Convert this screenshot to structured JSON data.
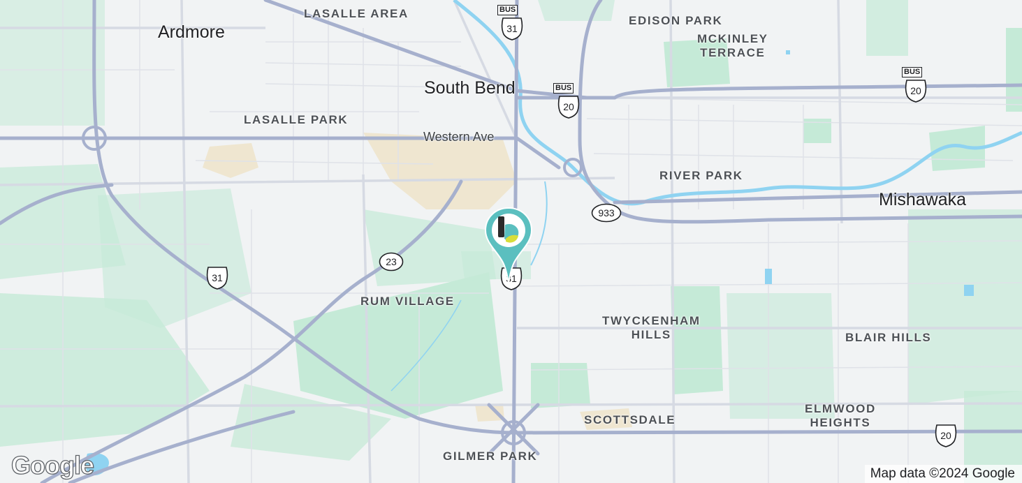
{
  "map": {
    "cities": [
      {
        "id": "ardmore",
        "label": "Ardmore"
      },
      {
        "id": "south-bend",
        "label": "South Bend"
      },
      {
        "id": "mishawaka",
        "label": "Mishawaka"
      }
    ],
    "neighborhoods": [
      {
        "id": "lasalle-area",
        "label": "LASALLE AREA"
      },
      {
        "id": "edison-park",
        "label": "EDISON PARK"
      },
      {
        "id": "mckinley-terrace",
        "label": "MCKINLEY\nTERRACE"
      },
      {
        "id": "lasalle-park",
        "label": "LASALLE PARK"
      },
      {
        "id": "river-park",
        "label": "RIVER PARK"
      },
      {
        "id": "rum-village",
        "label": "RUM VILLAGE"
      },
      {
        "id": "twyckenham-hills",
        "label": "TWYCKENHAM\nHILLS"
      },
      {
        "id": "blair-hills",
        "label": "BLAIR HILLS"
      },
      {
        "id": "elmwood-heights",
        "label": "ELMWOOD\nHEIGHTS"
      },
      {
        "id": "scottsdale",
        "label": "SCOTTSDALE"
      },
      {
        "id": "gilmer-park",
        "label": "GILMER PARK"
      }
    ],
    "streets": [
      {
        "id": "western-ave",
        "label": "Western Ave"
      }
    ],
    "shields": [
      {
        "id": "us31-bus-north",
        "type": "us",
        "number": "31",
        "bus_label": "BUS"
      },
      {
        "id": "us20-bus-central",
        "type": "us",
        "number": "20",
        "bus_label": "BUS"
      },
      {
        "id": "us20-bus-east",
        "type": "us",
        "number": "20",
        "bus_label": "BUS"
      },
      {
        "id": "sr933",
        "type": "state",
        "number": "933"
      },
      {
        "id": "sr23",
        "type": "state",
        "number": "23"
      },
      {
        "id": "us31-south",
        "type": "us",
        "number": "31"
      },
      {
        "id": "us31-west",
        "type": "us",
        "number": "31"
      },
      {
        "id": "us20-southeast",
        "type": "us",
        "number": "20"
      }
    ],
    "marker": {
      "icon": "location-pin-icon",
      "color": "#5bbfbf"
    },
    "colors": {
      "land": "#f1f3f4",
      "park": "#c5ead7",
      "water": "#8fd3f1",
      "highway": "#a6b0cd",
      "road": "#d6dae3",
      "urban": "#efe6d0"
    }
  },
  "footer": {
    "attribution": "Map data ©2024 Google",
    "logo": "Google"
  }
}
